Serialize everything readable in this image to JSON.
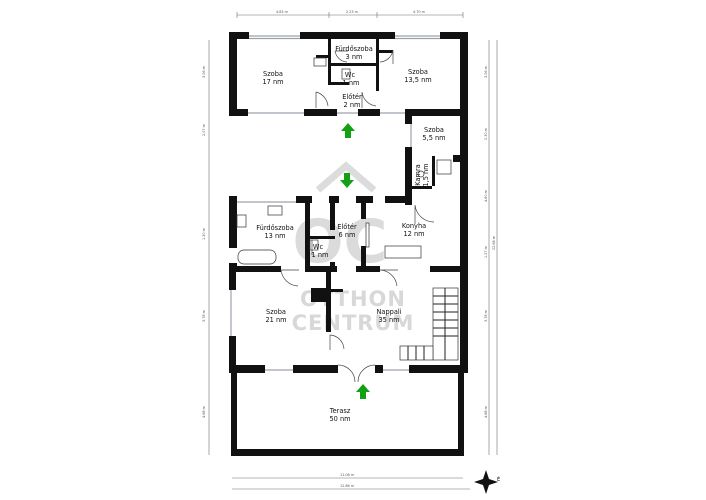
{
  "rooms": [
    {
      "key": "szoba17",
      "name": "Szoba",
      "area": "17 nm"
    },
    {
      "key": "furdo3",
      "name": "Fürdőszoba",
      "area": "3 nm"
    },
    {
      "key": "wc1a",
      "name": "Wc",
      "area": "1 nm"
    },
    {
      "key": "eloter2",
      "name": "Előtér",
      "area": "2 nm"
    },
    {
      "key": "szoba135",
      "name": "Szoba",
      "area": "13,5 nm"
    },
    {
      "key": "szoba55",
      "name": "Szoba",
      "area": "5,5 nm"
    },
    {
      "key": "kamra",
      "name": "Kamra",
      "area": "1,5 nm"
    },
    {
      "key": "furdo13",
      "name": "Fürdőszoba",
      "area": "13 nm"
    },
    {
      "key": "eloter6",
      "name": "Előtér",
      "area": "6 nm"
    },
    {
      "key": "wc1b",
      "name": "Wc",
      "area": "1 nm"
    },
    {
      "key": "konyha",
      "name": "Konyha",
      "area": "12 nm"
    },
    {
      "key": "szoba21",
      "name": "Szoba",
      "area": "21 nm"
    },
    {
      "key": "nappali",
      "name": "Nappali",
      "area": "35 nm"
    },
    {
      "key": "terasz",
      "name": "Terasz",
      "area": "50 nm"
    }
  ],
  "watermark": {
    "mark": "OC",
    "line1": "OTTHON",
    "line2": "CENTRUM"
  },
  "dimensions": {
    "top": [
      "4.83 m",
      "2.23 m",
      "4.70 m"
    ],
    "bottom": [
      "11.08 m",
      "12.86 m"
    ],
    "left": [
      "3.06 m",
      "2.07 m",
      "1.30 m",
      "3.78 m",
      "4.68 m"
    ],
    "right": [
      "3.06 m",
      "2.30 m",
      "4.80 m",
      "1.27 m",
      "3.78 m",
      "4.68 m",
      "22.68 m"
    ]
  },
  "compass": {
    "label": "É"
  },
  "colors": {
    "walls": "#111111",
    "arrows": "#14a014",
    "watermark": "#bfbfbf"
  }
}
